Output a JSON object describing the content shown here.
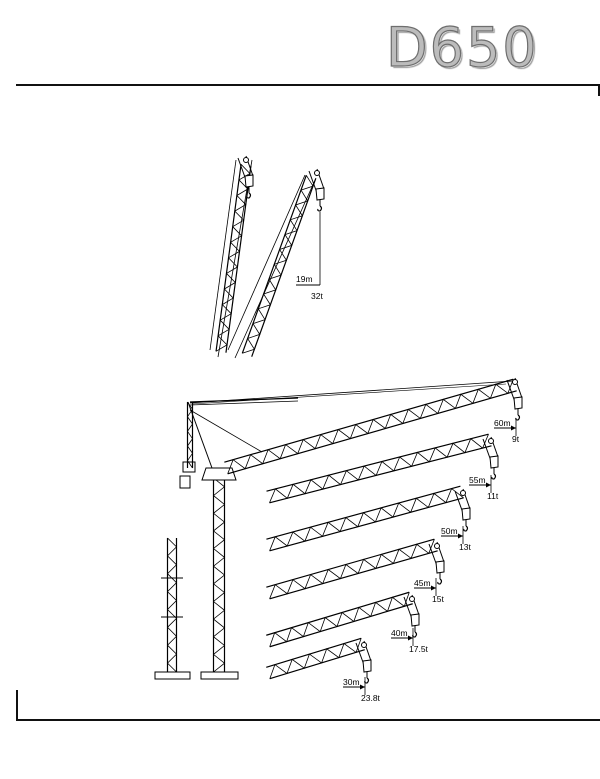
{
  "header": {
    "model": "D650"
  },
  "upper_configuration": {
    "radius_label": "19m",
    "load_label": "32t"
  },
  "jib_configurations": [
    {
      "radius": "60m",
      "load": "9t"
    },
    {
      "radius": "55m",
      "load": "11t"
    },
    {
      "radius": "50m",
      "load": "13t"
    },
    {
      "radius": "45m",
      "load": "15t"
    },
    {
      "radius": "40m",
      "load": "17.5t"
    },
    {
      "radius": "30m",
      "load": "23.8t"
    }
  ]
}
